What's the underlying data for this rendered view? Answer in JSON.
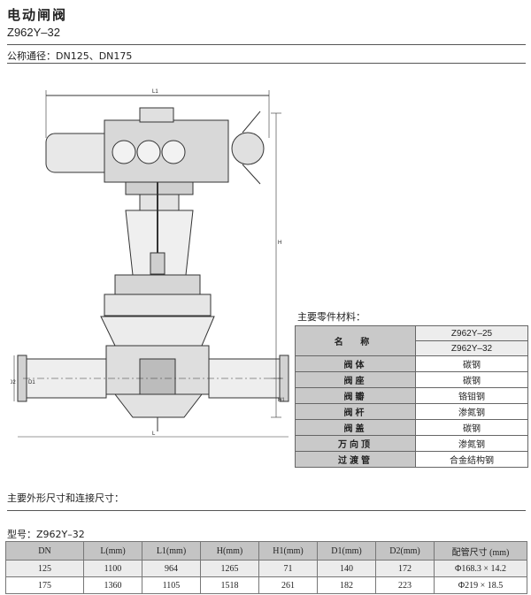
{
  "header": {
    "title": "电动闸阀",
    "model": "Z962Y–32",
    "nominal_label": "公称通径：DN125、DN175"
  },
  "drawing": {
    "labels": {
      "l1": "L1",
      "h": "H",
      "h1": "H1",
      "d2": "D2",
      "d1": "D1",
      "l": "L"
    }
  },
  "parts": {
    "title": "主要零件材料：",
    "header_label": "名  称",
    "models": [
      "Z962Y–25",
      "Z962Y–32"
    ],
    "rows": [
      {
        "name": "阀体",
        "material": "碳钢"
      },
      {
        "name": "阀座",
        "material": "碳钢"
      },
      {
        "name": "阀瓣",
        "material": "铬钼钢"
      },
      {
        "name": "阀杆",
        "material": "渗氮钢"
      },
      {
        "name": "阀盖",
        "material": "碳钢"
      },
      {
        "name": "万向顶",
        "material": "渗氮钢"
      },
      {
        "name": "过渡管",
        "material": "合金结构钢"
      }
    ]
  },
  "dimensions": {
    "title": "主要外形尺寸和连接尺寸：",
    "type_label": "型号：Z962Y–32",
    "headers": [
      "DN",
      "L(mm)",
      "L1(mm)",
      "H(mm)",
      "H1(mm)",
      "D1(mm)",
      "D2(mm)",
      "配管尺寸 (mm)"
    ],
    "rows": [
      [
        "125",
        "1100",
        "964",
        "1265",
        "71",
        "140",
        "172",
        "Φ168.3 × 14.2"
      ],
      [
        "175",
        "1360",
        "1105",
        "1518",
        "261",
        "182",
        "223",
        "Φ219 × 18.5"
      ]
    ]
  }
}
